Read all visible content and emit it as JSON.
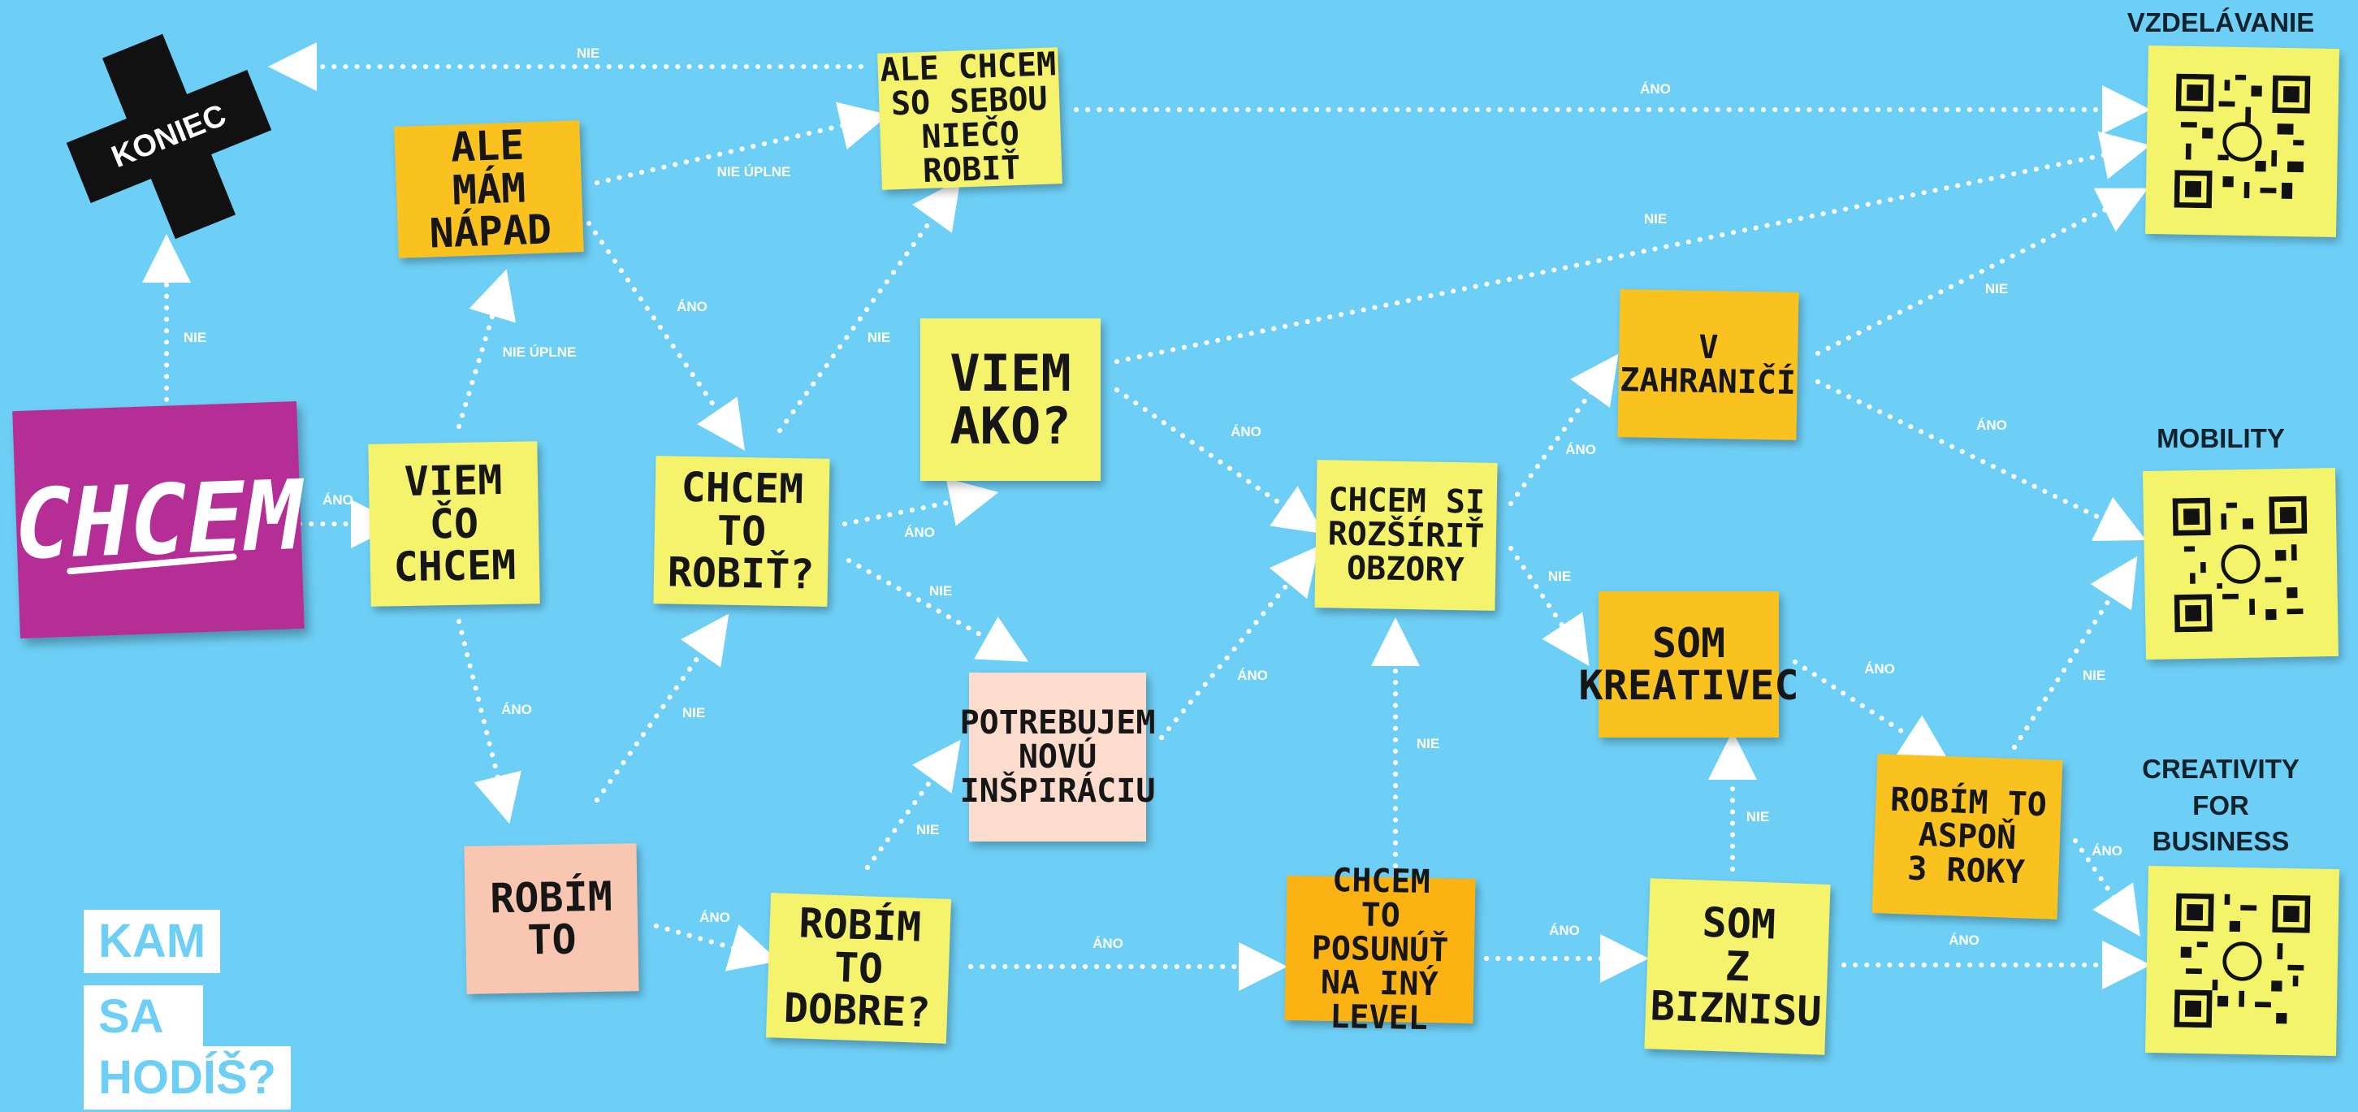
{
  "start_label": "CHCEM",
  "end_label": "KONIEC",
  "corner_text": [
    "KAM",
    "SA",
    "HODÍŠ?"
  ],
  "destinations": {
    "vzdelavanie": "VZDELÁVANIE",
    "mobility": "MOBILITY",
    "creativity": "CREATIVITY\nFOR\nBUSINESS"
  },
  "notes": {
    "ale_mam_napad": "ALE\nMÁM\nNÁPAD",
    "viem_co_chcem": "VIEM\nČO\nCHCEM",
    "chcem_to_robit": "CHCEM\nTO\nROBIŤ?",
    "ale_chcem_so_sebou": "ALE CHCEM\nSO SEBOU\nNIEČO ROBIŤ",
    "viem_ako": "VIEM\nAKO?",
    "potrebujem": "POTREBUJEM\nNOVÚ\nINŠPIRÁCIU",
    "robim_to": "ROBÍM\nTO",
    "robim_to_dobre": "ROBÍM\nTO\nDOBRE?",
    "chcem_si_rozsirit": "CHCEM SI\nROZŠÍRIŤ\nOBZORY",
    "chcem_to_posunut": "CHCEM\nTO POSUNÚŤ\nNA INÝ\nLEVEL",
    "v_zahranici": "V\nZAHRANIČÍ",
    "som_kreativec": "SOM\nKREATIVEC",
    "som_z_biznisu": "SOM\nZ\nBIZNISU",
    "robim_to_aspon": "ROBÍM TO\nASPOŇ\n3 ROKY"
  },
  "edge_labels": {
    "nie": "NIE",
    "ano": "ÁNO",
    "nie_uplne": "NIE ÚPLNE"
  },
  "colors": {
    "background": "#6ecff6",
    "yellow": "#f4f36b",
    "orange": "#f9c21f",
    "pink": "#f8c6b1",
    "magenta": "#b52e95",
    "arrow": "#ffffff"
  },
  "icons": [
    "cross-icon",
    "qr-code-icon"
  ]
}
